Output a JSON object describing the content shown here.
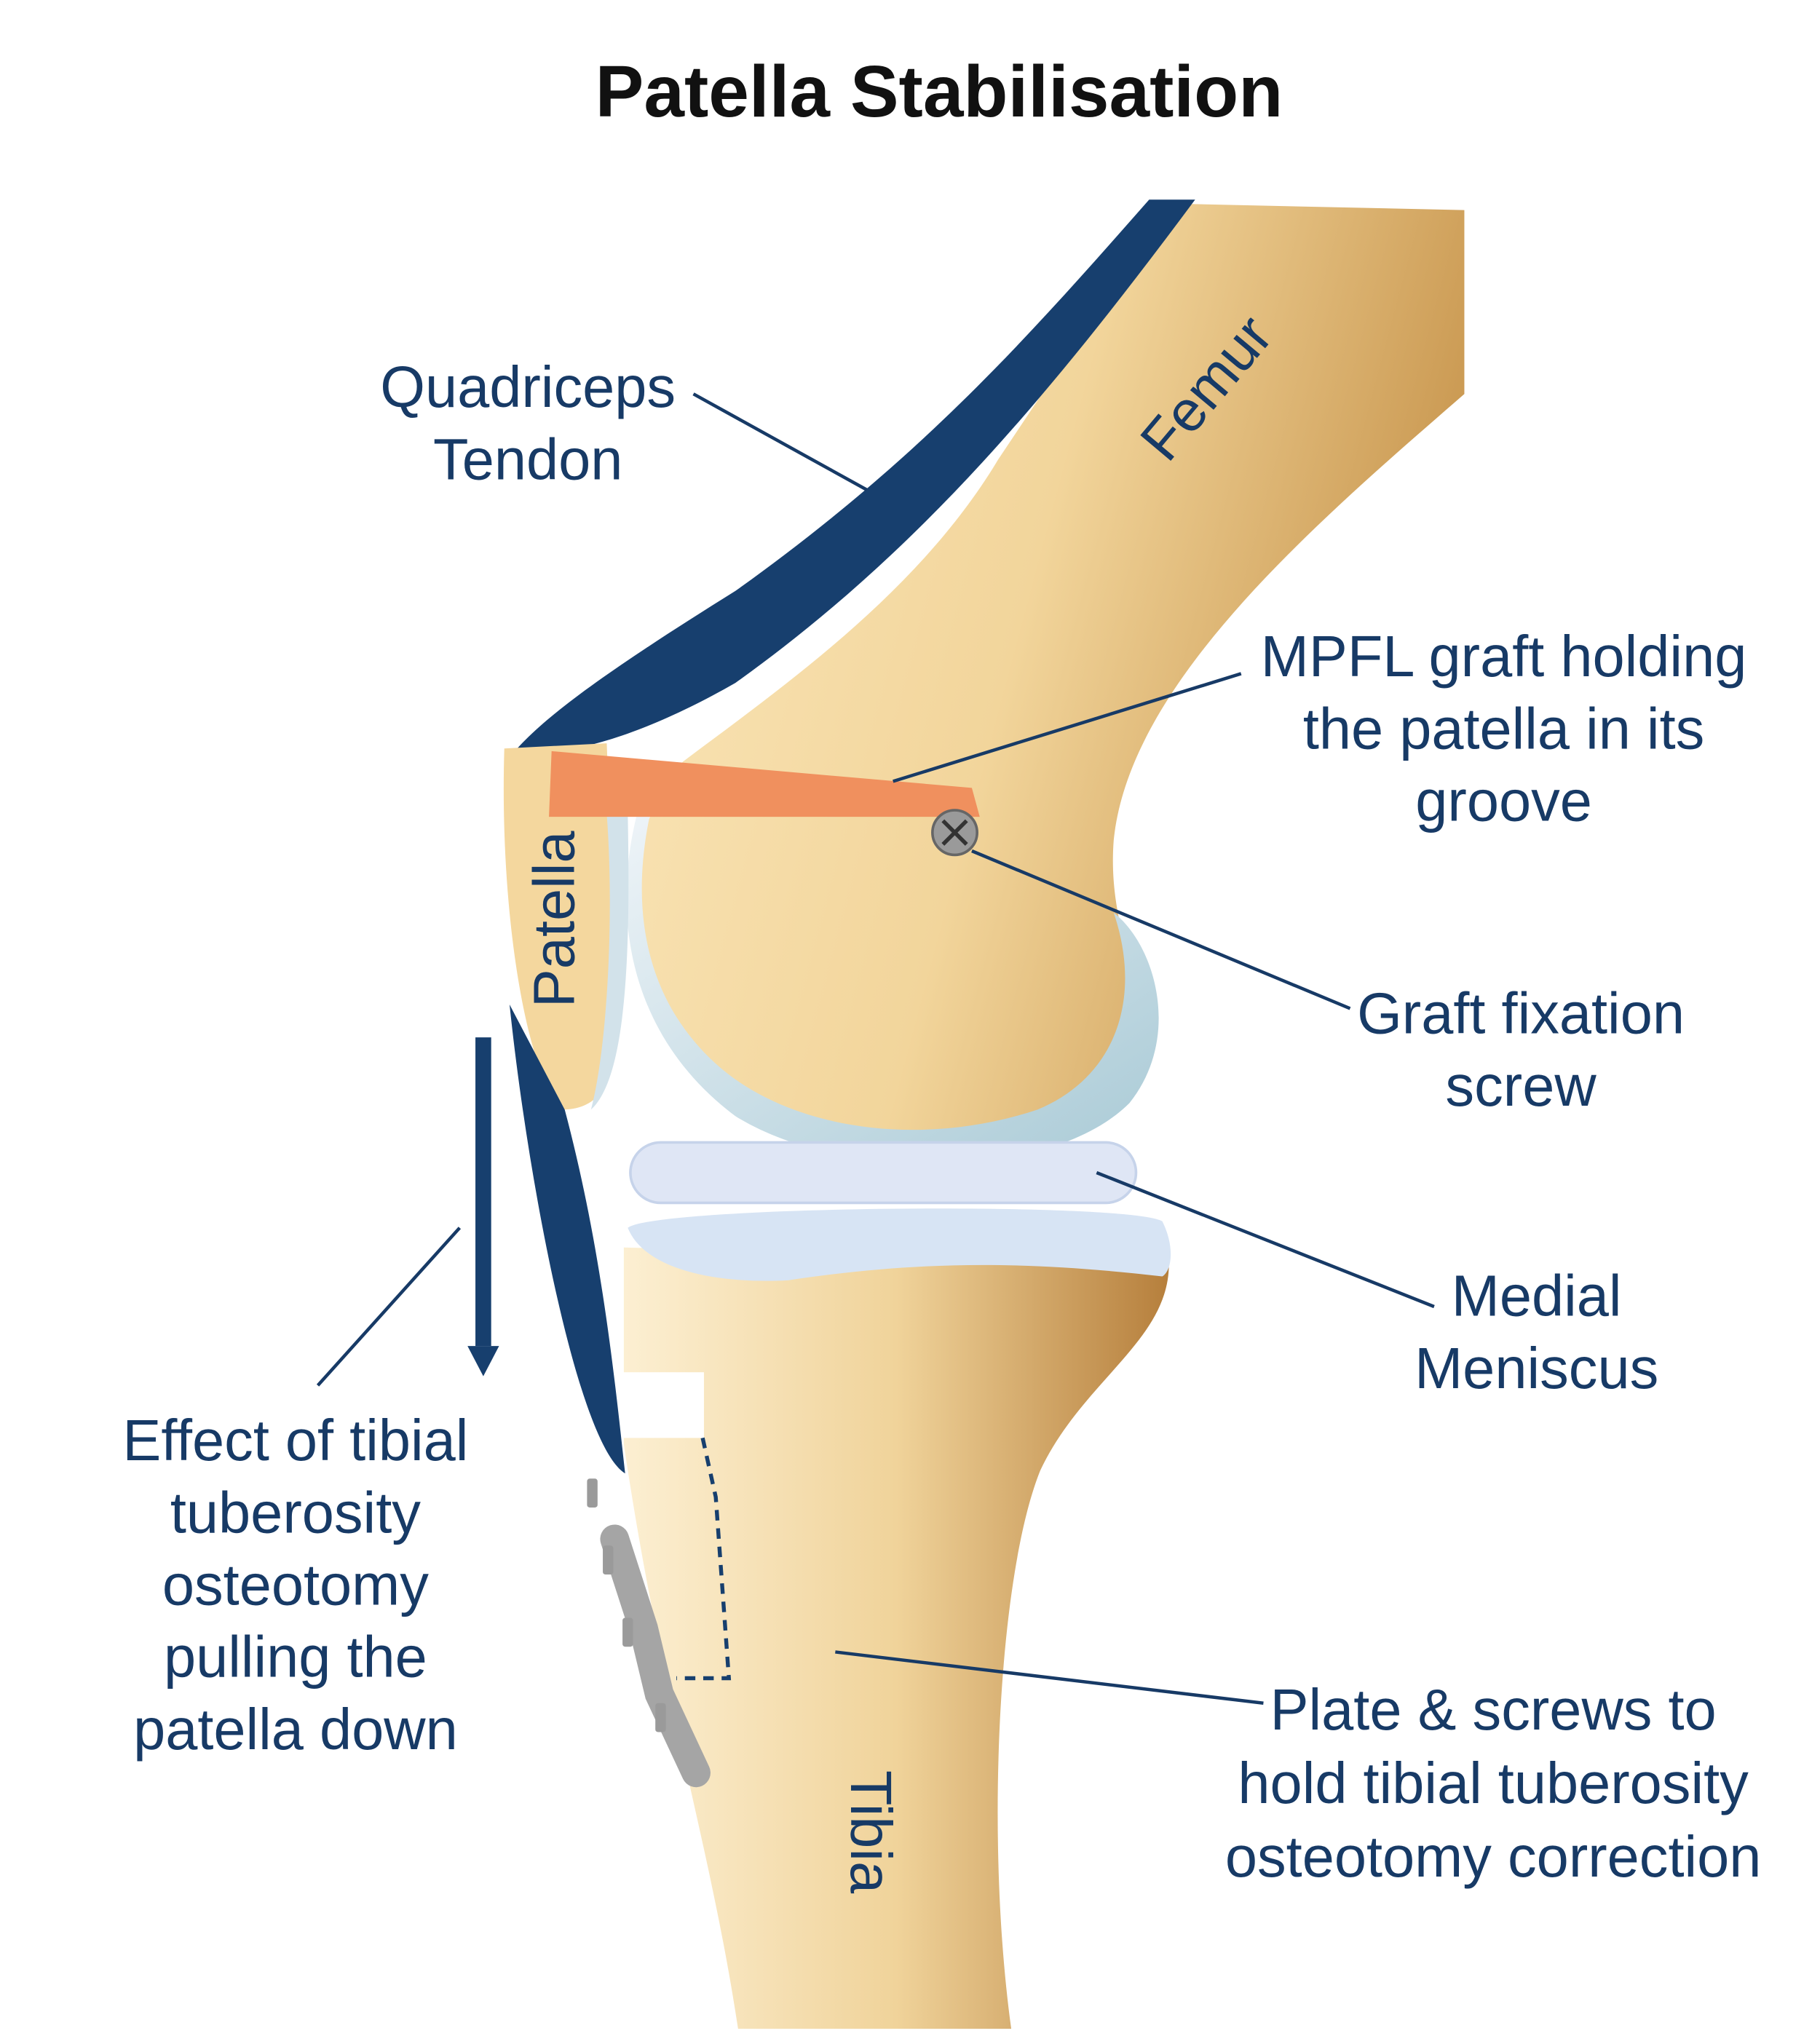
{
  "title": "Patella Stabilisation",
  "structures": {
    "femur": "Femur",
    "patella": "Patella",
    "tibia": "Tibia"
  },
  "callouts": {
    "quadriceps": [
      "Quadriceps",
      "Tendon"
    ],
    "mpfl": [
      "MPFL graft holding",
      "the patella in its",
      "groove"
    ],
    "screw": [
      "Graft fixation",
      "screw"
    ],
    "meniscus": [
      "Medial",
      "Meniscus"
    ],
    "effect": [
      "Effect of tibial",
      "tuberosity",
      "osteotomy",
      "pulling the",
      "patella down"
    ],
    "plate": [
      "Plate & screws to",
      "hold tibial tuberosity",
      "osteotomy correction"
    ]
  },
  "colors": {
    "bone": "#f3d9a2",
    "bone_shadow": "#c99a55",
    "tendon": "#173f6e",
    "graft": "#f0905e",
    "cartilage": "#d6e3ee",
    "text": "#173a66"
  }
}
